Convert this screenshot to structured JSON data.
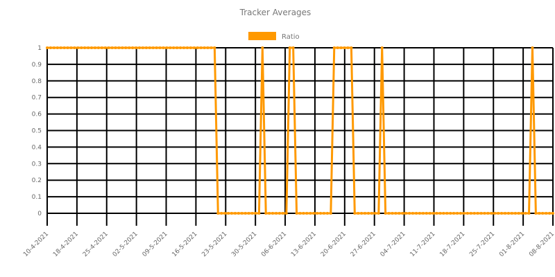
{
  "chart_data": {
    "type": "line",
    "title": "Tracker Averages",
    "series": [
      {
        "name": "Ratio",
        "color": "#ff9900",
        "values": [
          1,
          1,
          1,
          1,
          1,
          1,
          1,
          1,
          1,
          1,
          1,
          1,
          1,
          1,
          1,
          1,
          1,
          1,
          1,
          1,
          1,
          1,
          1,
          1,
          1,
          1,
          1,
          1,
          1,
          1,
          1,
          1,
          1,
          1,
          1,
          1,
          1,
          1,
          1,
          1,
          1,
          1,
          1,
          1,
          1,
          1,
          1,
          1,
          1,
          1,
          0,
          0,
          0,
          0,
          0,
          0,
          0,
          0,
          0,
          0,
          0,
          0,
          0,
          1,
          0,
          0,
          0,
          0,
          0,
          0,
          0,
          1,
          1,
          0,
          0,
          0,
          0,
          0,
          0,
          0,
          0,
          0,
          0,
          0,
          1,
          1,
          1,
          1,
          1,
          1,
          0,
          0,
          0,
          0,
          0,
          0,
          0,
          0,
          1,
          0,
          0,
          0,
          0,
          0,
          0,
          0,
          0,
          0,
          0,
          0,
          0,
          0,
          0,
          0,
          0,
          0,
          0,
          0,
          0,
          0,
          0,
          0,
          0,
          0,
          0,
          0,
          0,
          0,
          0,
          0,
          0,
          0,
          0,
          0,
          0,
          0,
          0,
          0,
          0,
          0,
          0,
          0,
          1,
          0,
          0,
          0,
          0,
          0,
          0
        ]
      }
    ],
    "y_ticks": [
      "0",
      "0.1",
      "0.2",
      "0.3",
      "0.4",
      "0.5",
      "0.6",
      "0.7",
      "0.8",
      "0.9",
      "1"
    ],
    "x_ticks": [
      "10-4-2021",
      "18-4-2021",
      "25-4-2021",
      "02-5-2021",
      "09-5-2021",
      "16-5-2021",
      "23-5-2021",
      "30-5-2021",
      "06-6-2021",
      "13-6-2021",
      "20-6-2021",
      "27-6-2021",
      "04-7-2021",
      "11-7-2021",
      "18-7-2021",
      "25-7-2021",
      "01-8-2021",
      "08-8-2021"
    ],
    "ylim": [
      0,
      1
    ],
    "grid": true,
    "legend_position": "top-center"
  }
}
